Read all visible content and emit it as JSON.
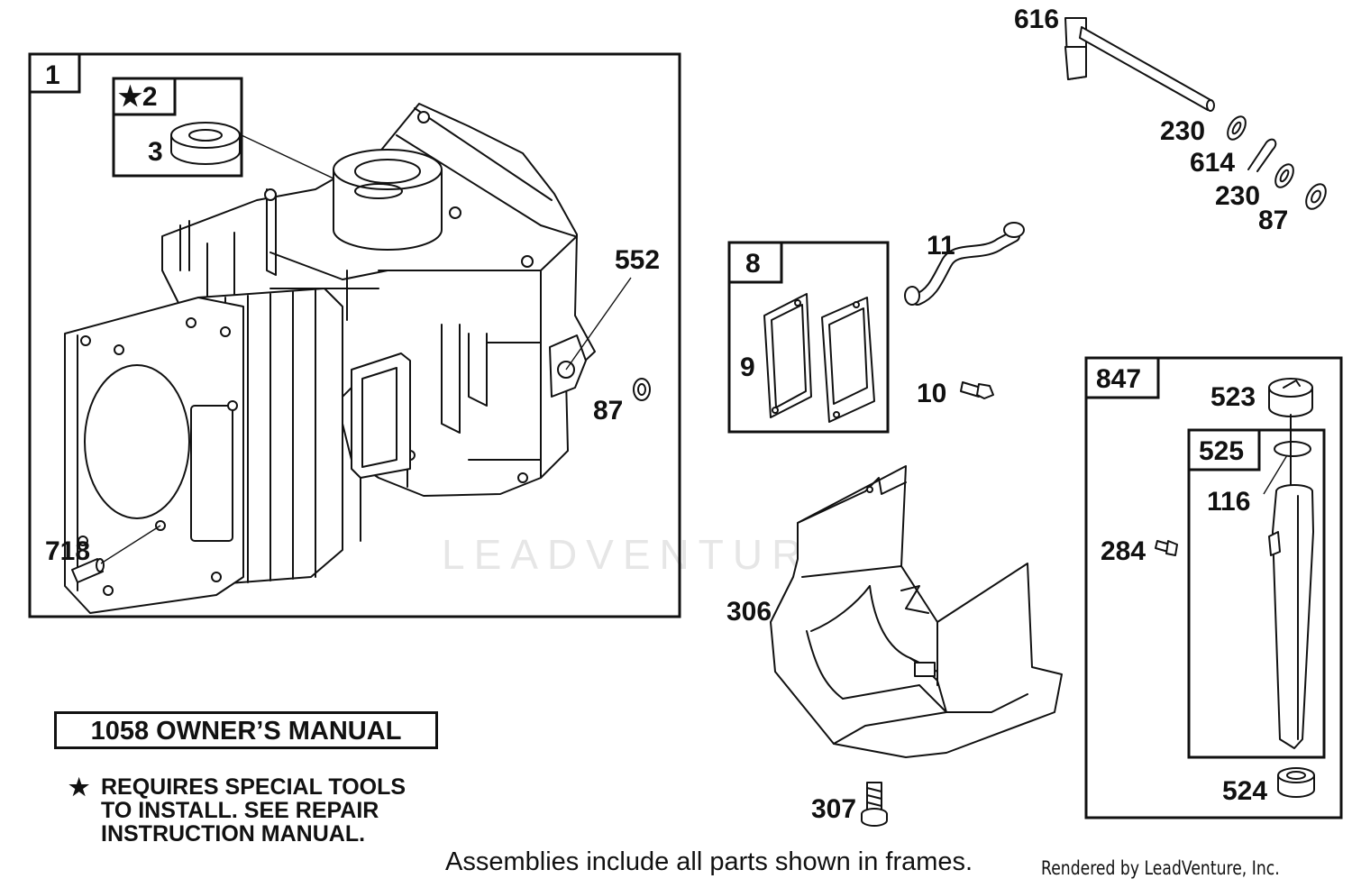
{
  "frames": [
    {
      "id": "1",
      "label": "1"
    },
    {
      "id": "2",
      "label": "★2"
    },
    {
      "id": "8",
      "label": "8"
    },
    {
      "id": "847",
      "label": "847"
    },
    {
      "id": "525",
      "label": "525"
    }
  ],
  "callouts": {
    "p3": "3",
    "p552": "552",
    "p87a": "87",
    "p718": "718",
    "p9": "9",
    "p11": "11",
    "p10": "10",
    "p616": "616",
    "p230a": "230",
    "p614": "614",
    "p230b": "230",
    "p87b": "87",
    "p523": "523",
    "p116": "116",
    "p284": "284",
    "p306": "306",
    "p307": "307",
    "p524": "524"
  },
  "manual": "1058 OWNER’S MANUAL",
  "note": {
    "symbol": "★",
    "text": "REQUIRES SPECIAL TOOLS\nTO INSTALL.  SEE REPAIR\nINSTRUCTION MANUAL."
  },
  "footer": "Assemblies include all parts shown in frames.",
  "credit": "Rendered by LeadVenture, Inc.",
  "watermark": "LEADVENTURE"
}
